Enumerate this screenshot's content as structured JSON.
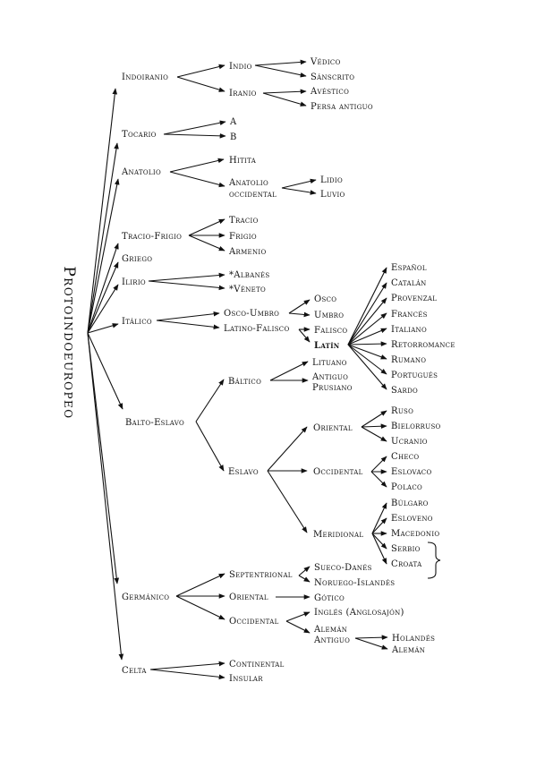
{
  "root": "Protoindoeuropeo",
  "nodes": {
    "indoiranio": "Indoiranio",
    "indio": "Indio",
    "vedico": "Védico",
    "sanscrito": "Sánscrito",
    "iranio": "Iranio",
    "avestico": "Avéstico",
    "persa_antiguo": "Persa antiguo",
    "tocario": "Tocario",
    "tocario_a": "A",
    "tocario_b": "B",
    "anatolio": "Anatolio",
    "hitita": "Hitita",
    "anatolio_occ_1": "Anatolio",
    "anatolio_occ_2": "occidental",
    "lidio": "Lidio",
    "luvio": "Luvio",
    "tracio_frigio": "Tracio-Frigio",
    "tracio": "Tracio",
    "frigio": "Frigio",
    "armenio": "Armenio",
    "griego": "Griego",
    "ilirio": "Ilirio",
    "albanes": "*Albanés",
    "veneto": "*Véneto",
    "italico": "Itálico",
    "osco_umbro": "Osco-Umbro",
    "osco": "Osco",
    "umbro": "Umbro",
    "latino_falisco": "Latino-Falisco",
    "falisco": "Falisco",
    "latin": "Latín",
    "espanol": "Español",
    "catalan": "Catalán",
    "provenzal": "Provenzal",
    "frances": "Francés",
    "italiano": "Italiano",
    "retorromance": "Retorromance",
    "rumano": "Rumano",
    "portugues": "Portugués",
    "sardo": "Sardo",
    "balto_eslavo": "Balto-Eslavo",
    "baltico": "Báltico",
    "lituano": "Lituano",
    "antiguo_prusiano_1": "Antiguo",
    "antiguo_prusiano_2": "Prusiano",
    "eslavo": "Eslavo",
    "oriental_eslavo": "Oriental",
    "ruso": "Ruso",
    "bielorruso": "Bielorruso",
    "ucranio": "Ucranio",
    "occidental_eslavo": "Occidental",
    "checo": "Checo",
    "eslovaco": "Eslovaco",
    "polaco": "Polaco",
    "meridional": "Meridional",
    "bulgaro": "Búlgaro",
    "esloveno": "Esloveno",
    "macedonio": "Macedonio",
    "serbio": "Serbio",
    "croata": "Croata",
    "germanico": "Germánico",
    "septentrional": "Septentrional",
    "sueco_danes": "Sueco-Danés",
    "noruego_islandes": "Noruego-Islandés",
    "oriental_germ": "Oriental",
    "gotico": "Gótico",
    "occidental_germ": "Occidental",
    "ingles": "Inglés (Anglosajón)",
    "aleman_antiguo_1": "Alemán",
    "aleman_antiguo_2": "Antiguo",
    "aleman": "Alemán",
    "holandes": "Holandés",
    "celta": "Celta",
    "continental": "Continental",
    "insular": "Insular"
  }
}
